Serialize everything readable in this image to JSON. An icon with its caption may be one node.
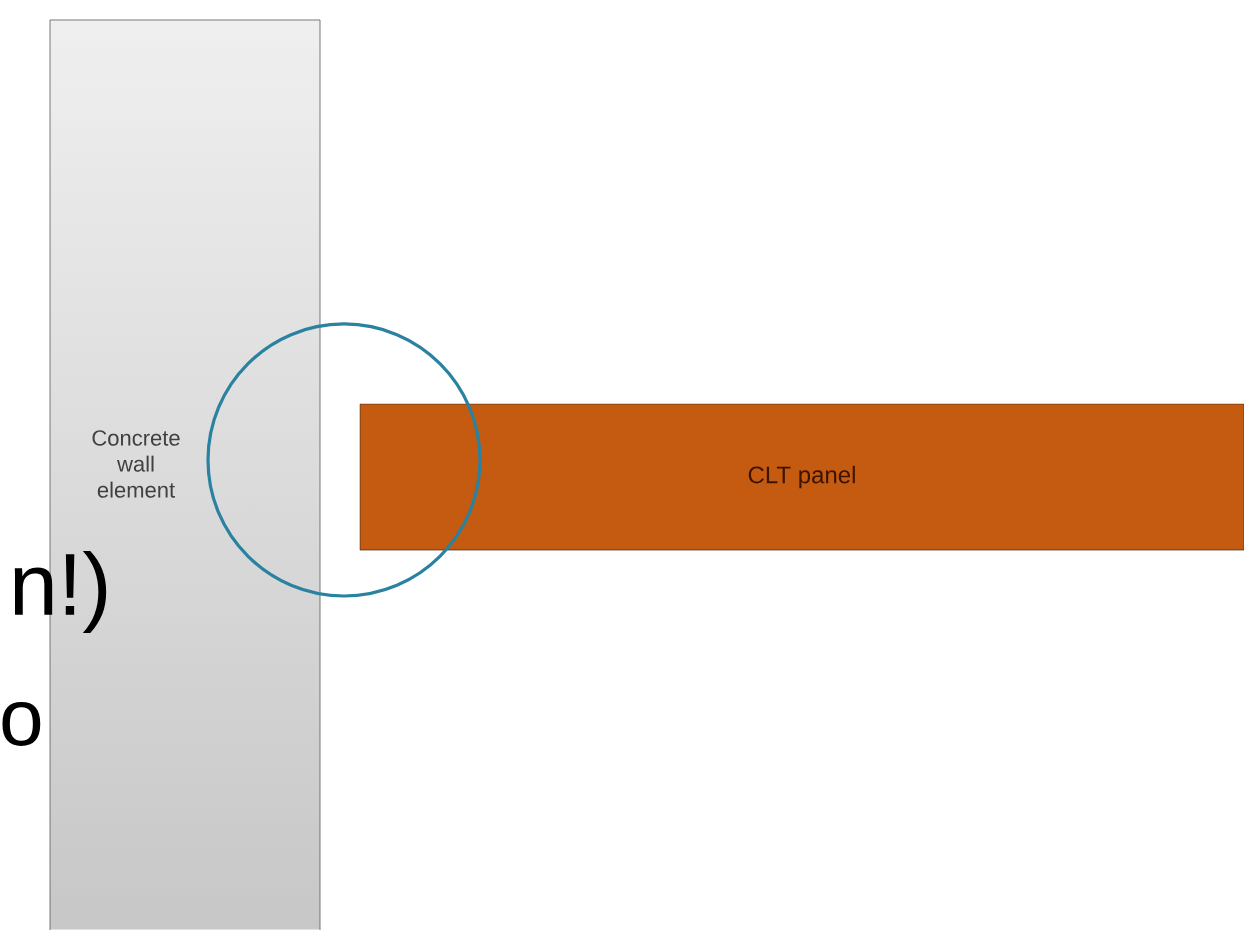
{
  "diagram": {
    "nodes": [
      {
        "text": [
          "Concrete wall element"
        ]
      },
      {
        "text": [
          "CLT panel"
        ]
      },
      {
        "text": [],
        "shape": "circle"
      }
    ],
    "labels": [
      "n!)",
      "o"
    ]
  }
}
